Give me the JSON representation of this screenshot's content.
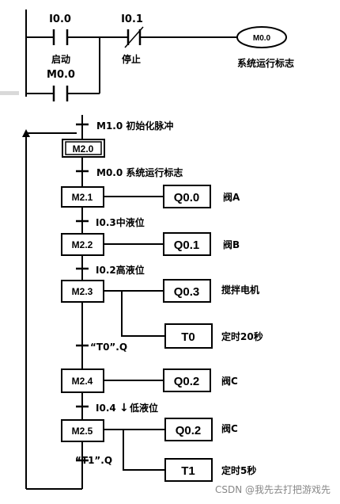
{
  "ladder": {
    "contact_start": "I0.0",
    "contact_start_name": "启动",
    "contact_hold": "M0.0",
    "contact_stop": "I0.1",
    "contact_stop_name": "停止",
    "coil": "M0.0",
    "coil_name": "系统运行标志"
  },
  "sfc": {
    "steps": [
      {
        "id": "M2.0",
        "initial": true
      },
      {
        "id": "M2.1"
      },
      {
        "id": "M2.2"
      },
      {
        "id": "M2.3"
      },
      {
        "id": "M2.4"
      },
      {
        "id": "M2.5"
      }
    ],
    "transitions": [
      {
        "label": "M1.0 初始化脉冲"
      },
      {
        "label": "M0.0 系统运行标志"
      },
      {
        "label": "I0.3中液位"
      },
      {
        "label": "I0.2高液位"
      },
      {
        "label": "“T0”.Q"
      },
      {
        "label_a": "I0.4",
        "arrow": "↓",
        "label_b": "低液位"
      },
      {
        "label": "“T1”.Q"
      }
    ],
    "actions": [
      {
        "operand": "Q0.0",
        "note": "阀A"
      },
      {
        "operand": "Q0.1",
        "note": "阀B"
      },
      {
        "operand": "Q0.3",
        "note": "搅拌电机"
      },
      {
        "operand": "T0",
        "note": "定时20秒"
      },
      {
        "operand": "Q0.2",
        "note": "阀C"
      },
      {
        "operand": "Q0.2",
        "note": "阀C"
      },
      {
        "operand": "T1",
        "note": "定时5秒"
      }
    ]
  },
  "watermark": "CSDN @我先去打把游戏先"
}
